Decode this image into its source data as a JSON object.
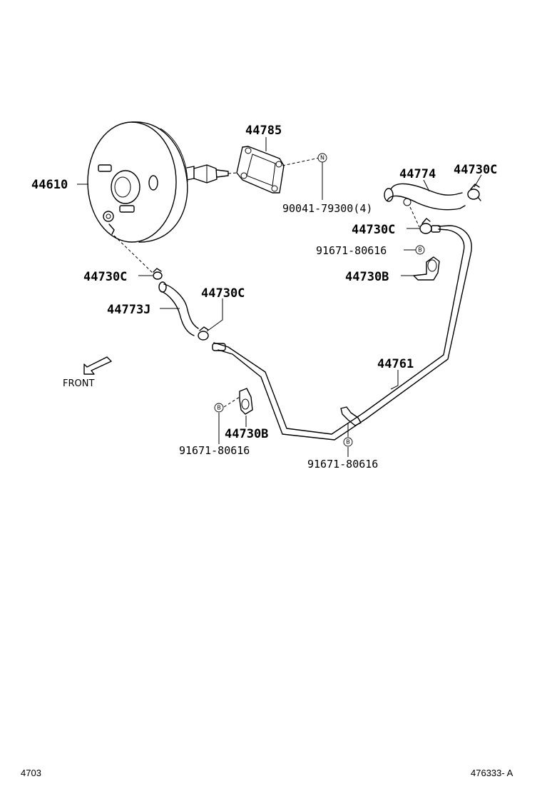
{
  "parts": {
    "booster": "44610",
    "gasket": "44785",
    "nut": "90041-79300(4)",
    "hose_upper": "44774",
    "clamp_top_right": "44730C",
    "clamp_mid_right": "44730C",
    "bolt_right": "91671-80616",
    "clip_right": "44730B",
    "clamp_booster": "44730C",
    "hose_lower": "44773J",
    "clamp_lower": "44730C",
    "tube": "44761",
    "clip_bottom": "44730B",
    "bolt_bottom_left": "91671-80616",
    "bolt_bottom_right": "91671-80616"
  },
  "markers": {
    "nut": "N",
    "bolt": "B"
  },
  "labels": {
    "front": "FRONT"
  },
  "footer": {
    "left": "4703",
    "right": "476333- A"
  },
  "icons": {
    "front_arrow": "front-arrow-icon"
  }
}
